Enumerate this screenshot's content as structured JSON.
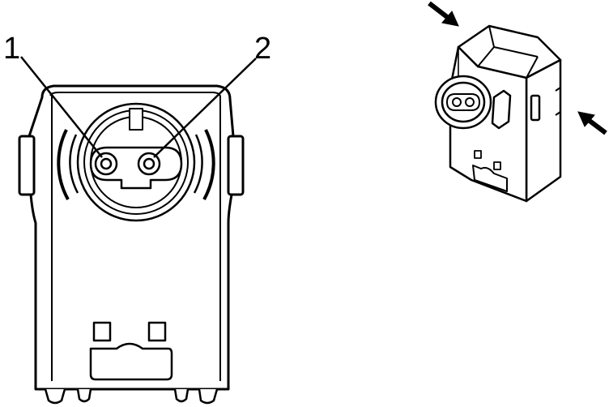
{
  "diagram": {
    "callouts": [
      {
        "id": "1",
        "label": "1"
      },
      {
        "id": "2",
        "label": "2"
      }
    ],
    "views": [
      "front-view",
      "isometric-view"
    ],
    "arrows": [
      "arrow-top-left",
      "arrow-right"
    ],
    "colors": {
      "line": "#000000",
      "fill": "#ffffff"
    }
  }
}
